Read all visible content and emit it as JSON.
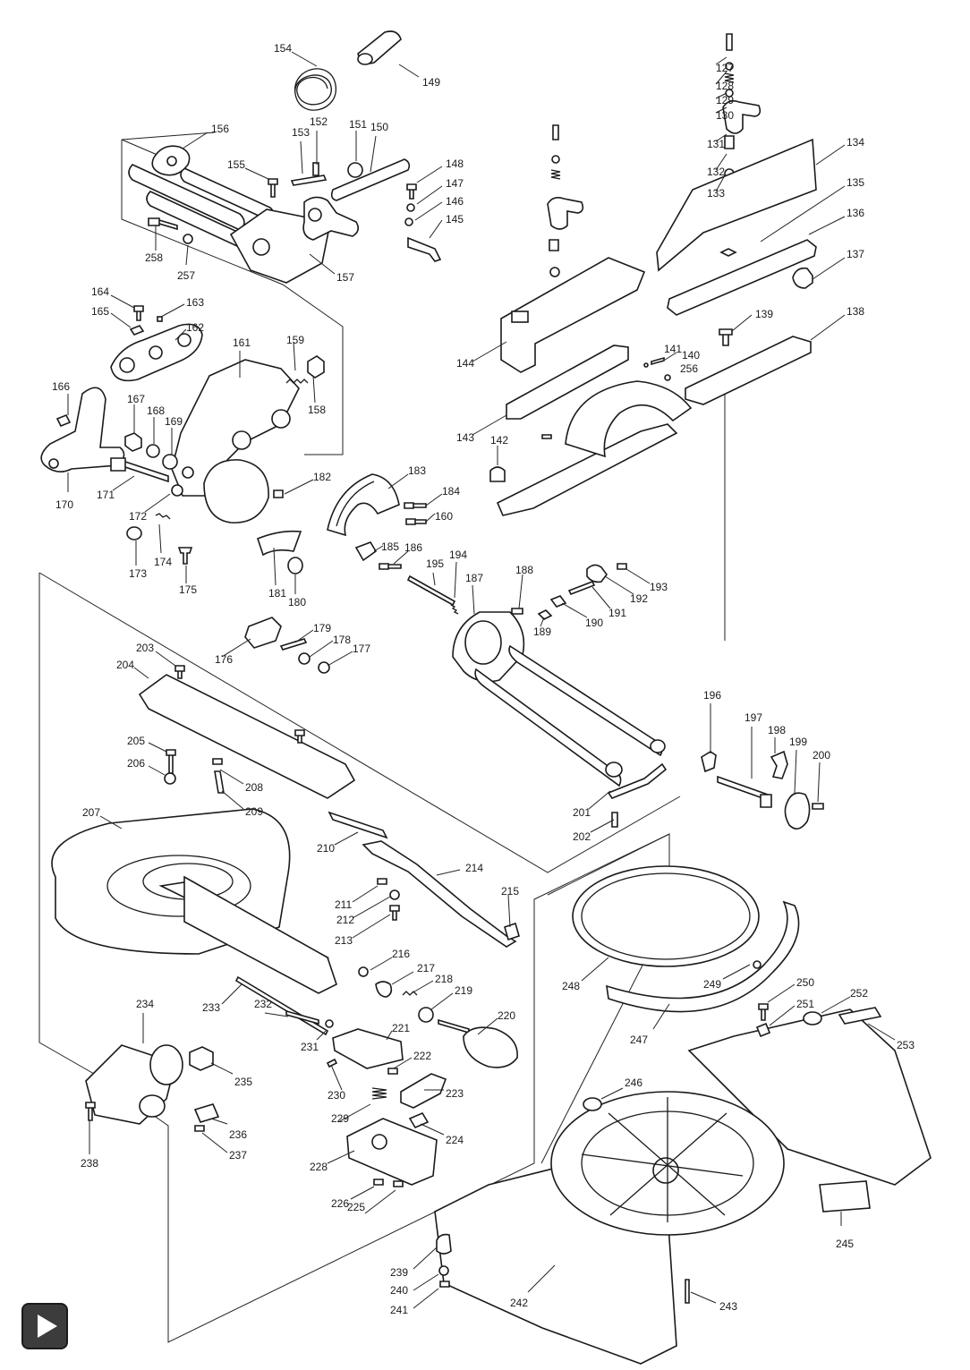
{
  "diagram": {
    "part_numbers": [
      "127",
      "128",
      "129",
      "130",
      "131",
      "132",
      "133",
      "134",
      "135",
      "136",
      "137",
      "138",
      "139",
      "140",
      "141",
      "142",
      "143",
      "144",
      "145",
      "146",
      "147",
      "148",
      "149",
      "150",
      "151",
      "152",
      "153",
      "154",
      "155",
      "156",
      "157",
      "158",
      "159",
      "160",
      "161",
      "162",
      "163",
      "164",
      "165",
      "166",
      "167",
      "168",
      "169",
      "170",
      "171",
      "172",
      "173",
      "174",
      "175",
      "176",
      "177",
      "178",
      "179",
      "180",
      "181",
      "182",
      "183",
      "184",
      "185",
      "186",
      "187",
      "188",
      "189",
      "190",
      "191",
      "192",
      "193",
      "194",
      "195",
      "196",
      "197",
      "198",
      "199",
      "200",
      "201",
      "202",
      "203",
      "204",
      "205",
      "206",
      "207",
      "208",
      "209",
      "210",
      "211",
      "212",
      "213",
      "214",
      "215",
      "216",
      "217",
      "218",
      "219",
      "220",
      "221",
      "222",
      "223",
      "224",
      "225",
      "226",
      "228",
      "229",
      "230",
      "231",
      "232",
      "233",
      "234",
      "235",
      "236",
      "237",
      "238",
      "239",
      "240",
      "241",
      "242",
      "243",
      "245",
      "246",
      "247",
      "248",
      "249",
      "250",
      "251",
      "252",
      "253",
      "256",
      "257",
      "258"
    ]
  },
  "nav": {
    "play_icon": "play-icon"
  }
}
